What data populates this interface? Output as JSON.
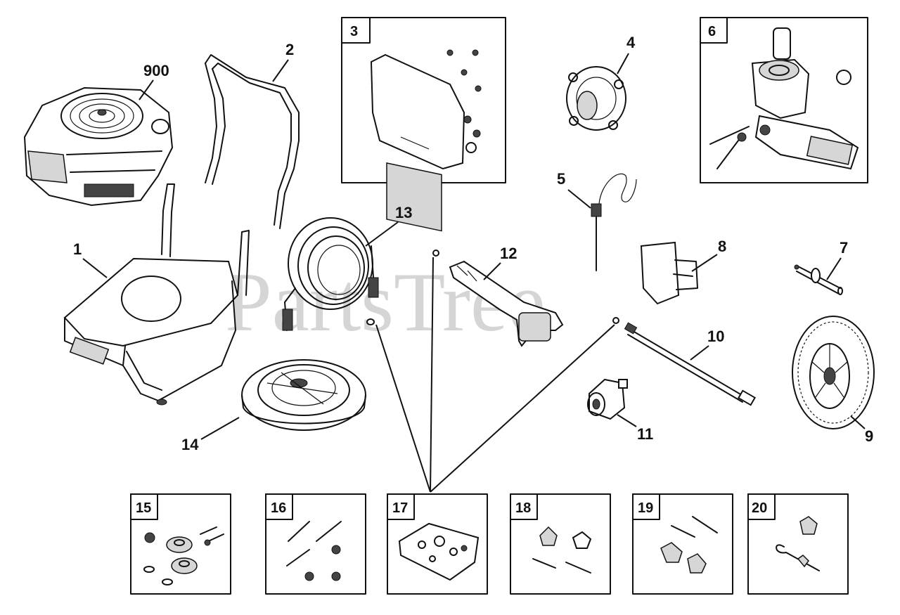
{
  "watermark": "PartsTree",
  "parts": {
    "p900": "900",
    "p1": "1",
    "p2": "2",
    "p3": "3",
    "p4": "4",
    "p5": "5",
    "p6": "6",
    "p7": "7",
    "p8": "8",
    "p9": "9",
    "p10": "10",
    "p11": "11",
    "p12": "12",
    "p13": "13",
    "p14": "14"
  },
  "kits": {
    "k15": "15",
    "k16": "16",
    "k17": "17",
    "k18": "18",
    "k19": "19",
    "k20": "20"
  }
}
